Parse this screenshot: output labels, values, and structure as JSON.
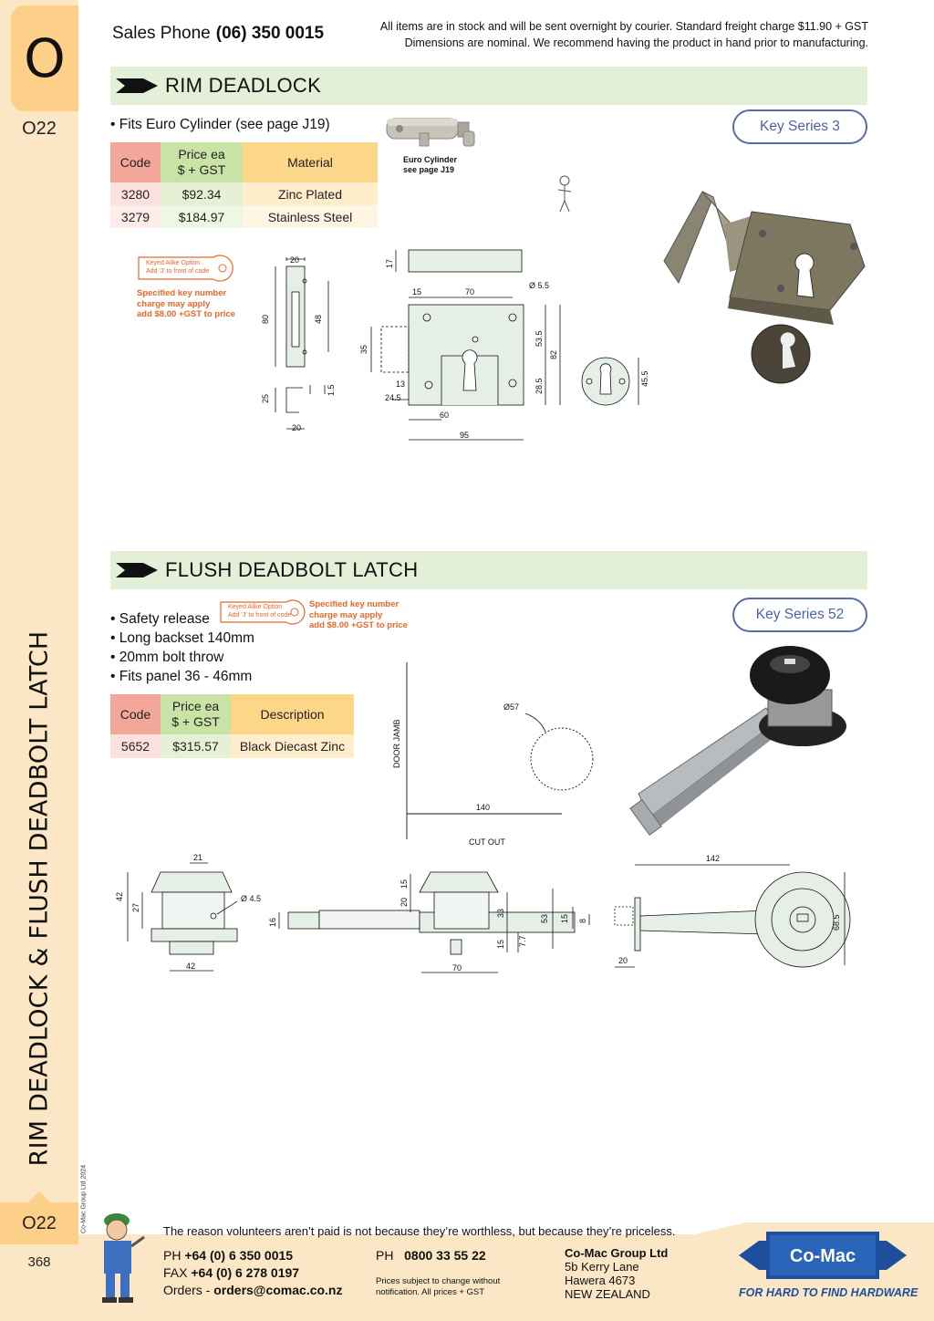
{
  "tab": {
    "letter": "O",
    "code": "O22",
    "side_title": "RIM DEADLOCK & FLUSH DEADBOLT LATCH",
    "copyright": "© Co-Mac Group Ltd 2024",
    "page_number": "368"
  },
  "header": {
    "sales_label": "Sales Phone",
    "sales_number": "(06) 350 0015",
    "note_line1": "All items are in stock and will be sent overnight by courier. Standard freight charge $11.90 + GST",
    "note_line2": "Dimensions are nominal. We recommend having the product in hand prior to manufacturing."
  },
  "rim": {
    "title": "RIM DEADLOCK",
    "bullet": "• Fits Euro Cylinder (see page J19)",
    "key_series": "Key Series 3",
    "cyl_caption1": "Euro Cylinder",
    "cyl_caption2": "see page J19",
    "keyed_tag1": "Keyed Alike Option",
    "keyed_tag2": "Add 'J' to front of code",
    "note1": "Specified key number",
    "note2": "charge may apply",
    "note3": "add $8.00 +GST to price",
    "table": {
      "headers": {
        "code": "Code",
        "price1": "Price ea",
        "price2": "$ + GST",
        "material": "Material"
      },
      "rows": [
        {
          "code": "3280",
          "price": "$92.34",
          "material": "Zinc Plated"
        },
        {
          "code": "3279",
          "price": "$184.97",
          "material": "Stainless Steel"
        }
      ]
    },
    "dims": {
      "d20a": "20",
      "d80": "80",
      "d48": "48",
      "d25": "25",
      "d15a": "1.5",
      "d20b": "20",
      "d17": "17",
      "d15": "15",
      "d70": "70",
      "d55": "Ø 5.5",
      "d35": "35",
      "d13": "13",
      "d245": "24.5",
      "d535": "53.5",
      "d82": "82",
      "d285": "28.5",
      "d60": "60",
      "d95": "95",
      "d455": "45.5"
    }
  },
  "flush": {
    "title": "FLUSH DEADBOLT LATCH",
    "bullets": [
      "• Safety release",
      "• Long backset 140mm",
      "• 20mm bolt throw",
      "• Fits panel 36 - 46mm"
    ],
    "key_series": "Key Series 52",
    "keyed_tag1": "Keyed Alike Option",
    "keyed_tag2": "Add 'J' to front of code",
    "note1": "Specified key number",
    "note2": "charge may apply",
    "note3": "add $8.00 +GST to price",
    "table": {
      "headers": {
        "code": "Code",
        "price1": "Price ea",
        "price2": "$ + GST",
        "description": "Description"
      },
      "rows": [
        {
          "code": "5652",
          "price": "$315.57",
          "description": "Black Diecast Zinc"
        }
      ]
    },
    "cutout": {
      "door_jamb": "DOOR JAMB",
      "dia": "Ø57",
      "d140": "140",
      "label": "CUT OUT"
    },
    "dims": {
      "d21": "21",
      "d42a": "42",
      "d27": "27",
      "d45": "Ø 4.5",
      "d42b": "42",
      "d15a": "15",
      "d20": "20",
      "d16": "16",
      "d33": "33",
      "d15b": "15",
      "d77": "7.7",
      "d70": "70",
      "d53": "53",
      "d15c": "15",
      "d8": "8",
      "d142": "142",
      "d685": "68.5",
      "d20b": "20"
    }
  },
  "footer": {
    "quote": "The reason volunteers aren’t paid is not because they’re worthless, but because they’re priceless.",
    "ph_label": "PH",
    "ph": "+64 (0) 6 350 0015",
    "fax_label": "FAX",
    "fax": "+64 (0) 6 278 0197",
    "orders_label": "Orders -",
    "orders": "orders@comac.co.nz",
    "ph2_label": "PH",
    "ph2": "0800 33 55 22",
    "prices_note1": "Prices subject to change without",
    "prices_note2": "notification. All prices + GST",
    "company": "Co-Mac Group Ltd",
    "addr1": "5b Kerry Lane",
    "addr2": "Hawera 4673",
    "addr3": "NEW ZEALAND",
    "logo": "Co-Mac",
    "tagline": "FOR HARD TO FIND HARDWARE"
  },
  "colors": {
    "section_bar": "#e3efd6",
    "sidebar": "#fbe7c6",
    "tab": "#fcd089",
    "key_series": "#5b6aa8",
    "orange": "#e8672a",
    "logo_blue": "#1d4f9c"
  }
}
